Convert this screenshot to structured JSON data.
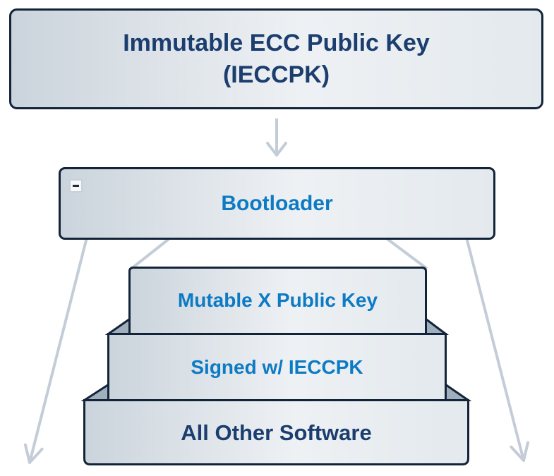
{
  "diagram": {
    "root_key_box": {
      "line1": "Immutable ECC Public Key",
      "line2": "(IECCPK)"
    },
    "bootloader_box": {
      "label": "Bootloader",
      "collapse_icon": "minus"
    },
    "stack": [
      {
        "label": "Mutable X Public Key"
      },
      {
        "label": "Signed w/ IECCPK"
      },
      {
        "label": "All Other Software"
      }
    ],
    "connectors": [
      {
        "name": "root-to-bootloader",
        "type": "arrow-down"
      },
      {
        "name": "bootloader-to-stack-left",
        "type": "line"
      },
      {
        "name": "bootloader-to-stack-right",
        "type": "line"
      },
      {
        "name": "bootloader-to-bottom-left",
        "type": "arrow"
      },
      {
        "name": "bootloader-to-bottom-right",
        "type": "arrow"
      }
    ],
    "colors": {
      "accent_blue_text": "#0d7ac4",
      "navy_text": "#1b3e6f",
      "box_border": "#13233a",
      "box_fill_left": "#cbd4dc",
      "box_fill_right": "#eef1f4",
      "flap_fill": "#9fafbc",
      "connector_gray": "#c4cdd7",
      "background": "#ffffff"
    }
  }
}
